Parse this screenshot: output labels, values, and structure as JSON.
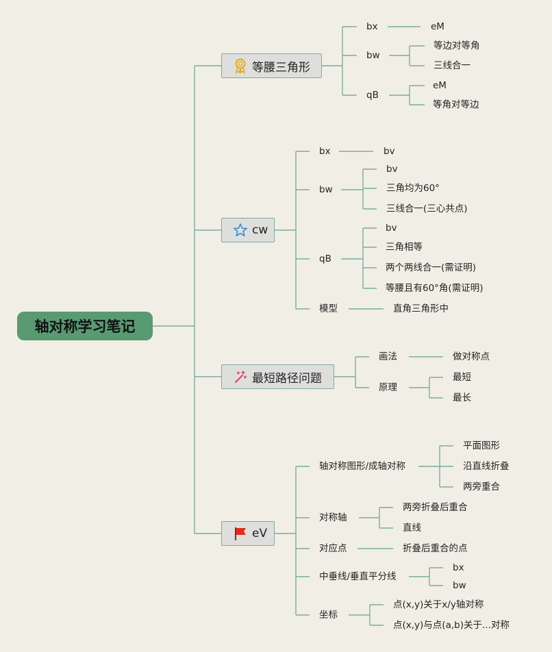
{
  "root": "轴对称学习笔记",
  "branches": {
    "isosceles": {
      "title": "等腰三角形",
      "icon": "ribbon-medal-icon",
      "bx": "bx",
      "bx_val": "eM",
      "bw": "bw",
      "bw_1": "等边对等角",
      "bw_2": "三线合一",
      "qb": "qB",
      "qb_1": "eM",
      "qb_2": "等角对等边"
    },
    "cw": {
      "title": "cw",
      "icon": "star-icon",
      "bx": "bx",
      "bx_val": "bv",
      "bw": "bw",
      "bw_1": "bv",
      "bw_2": "三角均为60°",
      "bw_3": "三线合一(三心共点)",
      "qb": "qB",
      "qb_1": "bv",
      "qb_2": "三角相等",
      "qb_3": "两个两线合一(需证明)",
      "qb_4": "等腰且有60°角(需证明)",
      "model": "模型",
      "model_val": "直角三角形中"
    },
    "path": {
      "title": "最短路径问题",
      "icon": "magic-wand-icon",
      "method": "画法",
      "method_val": "做对称点",
      "principle": "原理",
      "principle_1": "最短",
      "principle_2": "最长"
    },
    "ev": {
      "title": "eV",
      "icon": "red-flag-icon",
      "fig": "轴对称图形/成轴对称",
      "fig_1": "平面图形",
      "fig_2": "沿直线折叠",
      "fig_3": "两旁重合",
      "axis": "对称轴",
      "axis_1": "两旁折叠后重合",
      "axis_2": "直线",
      "point": "对应点",
      "point_val": "折叠后重合的点",
      "perp": "中垂线/垂直平分线",
      "perp_1": "bx",
      "perp_2": "bw",
      "coord": "坐标",
      "coord_1": "点(x,y)关于x/y轴对称",
      "coord_2": "点(x,y)与点(a,b)关于...对称"
    }
  },
  "colors": {
    "root": "#5a9a72",
    "line": "#7aab9f",
    "lineDark": "#4f8f80",
    "node": "#dedfdd"
  }
}
